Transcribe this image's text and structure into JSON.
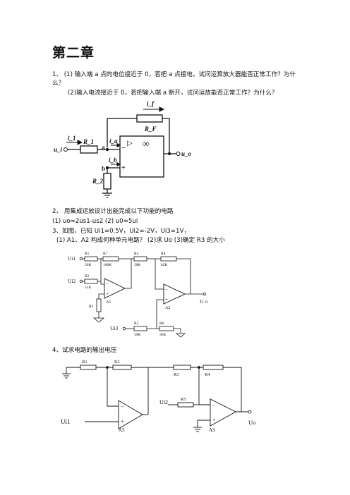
{
  "title": "第二章",
  "q1": {
    "line1": "1、 (1) 输入端 a 点的电位接近于 0，若把 a 点接地，试问运算放大器能否正常工作？为什",
    "line2": "么？",
    "line3": "(2)输入电流接近于 0，若把输入端 a 断开，试问运放能否正常工作？为什么？"
  },
  "fig1": {
    "i_f": "i_f",
    "R_F": "R_F",
    "inf": "∞",
    "triangle": "▷",
    "u_i": "u_i",
    "i_1": "i_1",
    "R_1": "R_1",
    "a": "a",
    "b": "b",
    "i_a": "i_a",
    "i_b": "i_b",
    "minus": "−",
    "plus": "+",
    "R_2": "R_2",
    "u_o": "u_o"
  },
  "q2": {
    "line1": "2、 用集成运放设计出能完成以下功能的电路",
    "line2": "(1) uo=2us1-us2 (2) u0=5ui"
  },
  "q3": {
    "line1": "3、如图，已知 Ui1=0.5V，Ui2=-2V，Ui3=1V，",
    "line2": "(1) A1、A2 构成何种单元电路？ (2)求 Uo (3)确定 R3 的大小"
  },
  "fig3": {
    "Ui1": "Ui1",
    "Ui2": "Ui2",
    "Ui3": "Ui3",
    "Uo": "U o",
    "R1": "R1",
    "R1v": "20K",
    "R2": "R2",
    "R2v": "51K",
    "R3": "R3",
    "R7": "R7",
    "R7v": "100K",
    "R4": "R4",
    "R4v": "30K",
    "R8": "R8",
    "R8v": "62K",
    "R5": "R5",
    "R5v": "39K",
    "R6": "R6",
    "R6v": "39K",
    "A1": "A1",
    "A2": "A2",
    "minus": "−",
    "plus": "+"
  },
  "q4": {
    "line1": "4、试求电路的输出电压"
  },
  "fig4": {
    "R1": "R1",
    "R2": "R2",
    "R3": "R3",
    "R4": "R4",
    "R5": "R5",
    "Ui1": "Ui1",
    "Ui2": "Ui2",
    "Uo": "Uo",
    "A3a": "A3",
    "A3b": "A3",
    "minus": "−",
    "plus": "+"
  }
}
